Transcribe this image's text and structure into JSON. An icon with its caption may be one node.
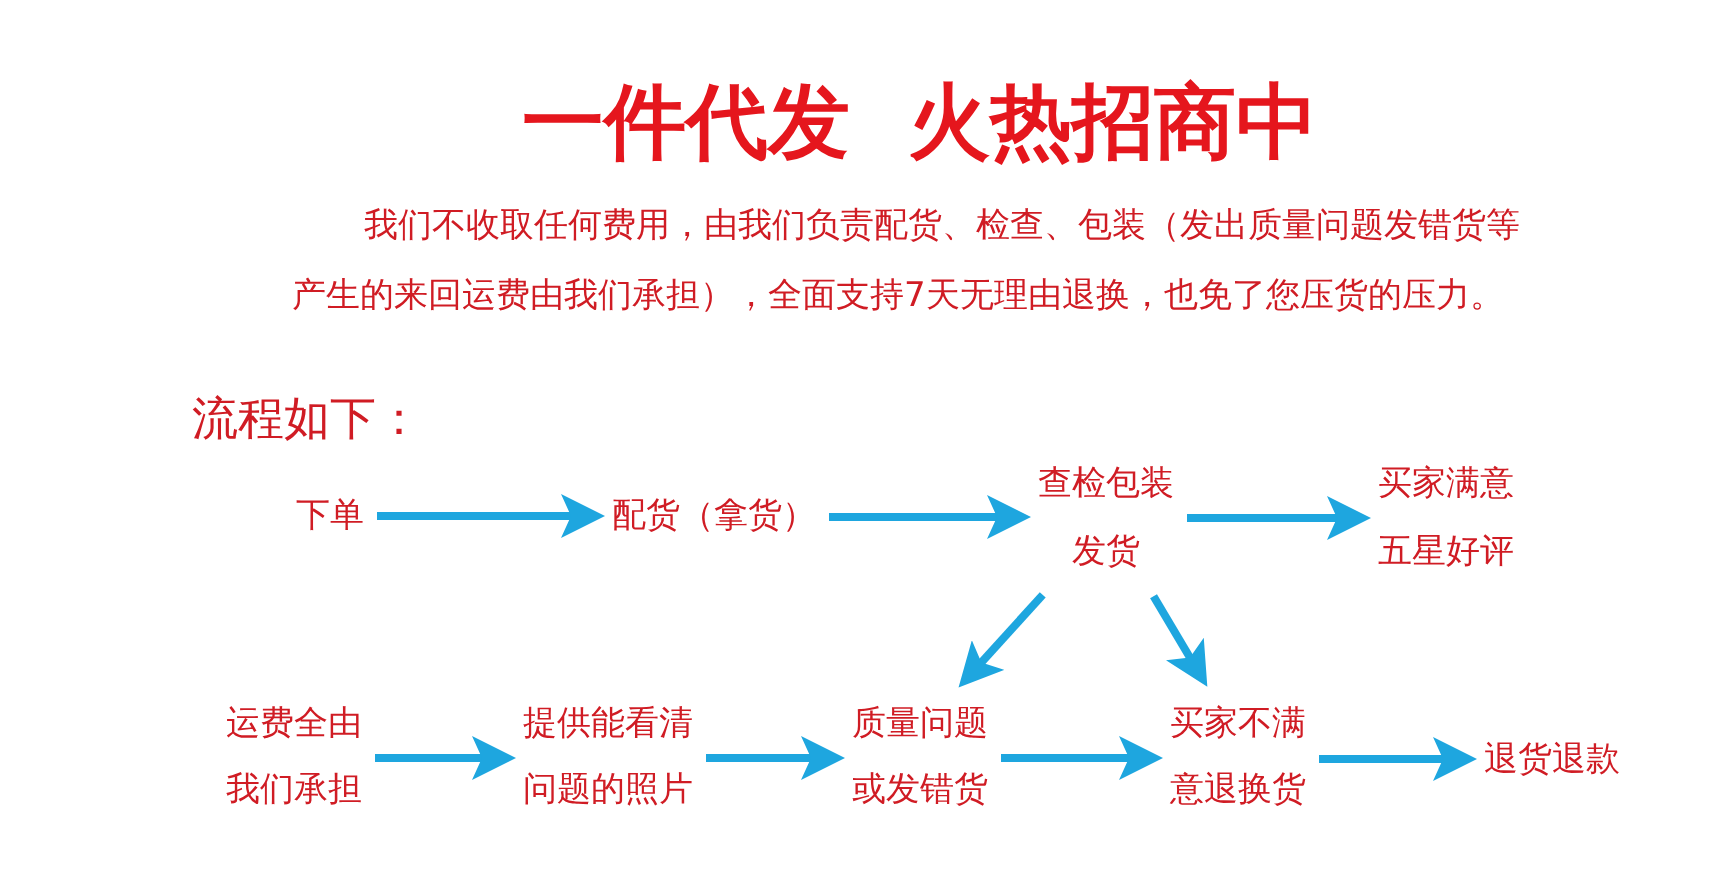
{
  "diagram": {
    "title": "一件代发 火热招商中",
    "nodes": [
      {
        "text": [
          "下单"
        ]
      },
      {
        "text": [
          "配货（拿货）"
        ]
      },
      {
        "text": [
          "查检包装发货"
        ]
      },
      {
        "text": [
          "买家满意五星好评"
        ]
      },
      {
        "text": [
          "运费全由我们承担"
        ]
      },
      {
        "text": [
          "提供能看清问题的照片"
        ]
      },
      {
        "text": [
          "质量问题或发错货"
        ]
      },
      {
        "text": [
          "买家不满意退换货"
        ]
      },
      {
        "text": [
          "退货退款"
        ]
      }
    ],
    "edges": [
      {
        "from": 0,
        "to": 1,
        "arrow": "to"
      },
      {
        "from": 1,
        "to": 2,
        "arrow": "to"
      },
      {
        "from": 2,
        "to": 3,
        "arrow": "to"
      },
      {
        "from": 2,
        "to": 6,
        "arrow": "to"
      },
      {
        "from": 2,
        "to": 7,
        "arrow": "to"
      },
      {
        "from": 4,
        "to": 5,
        "arrow": "to"
      },
      {
        "from": 5,
        "to": 6,
        "arrow": "to"
      },
      {
        "from": 6,
        "to": 7,
        "arrow": "to"
      },
      {
        "from": 7,
        "to": 8,
        "arrow": "to"
      }
    ],
    "labels": [
      "我们不收取任何费用，由我们负责配货、检查、包装（发出质量问题发错货等产生的来回运费由我们承担），全面支持7天无理由退换，也免了您压货的压力。",
      "流程如下："
    ]
  }
}
